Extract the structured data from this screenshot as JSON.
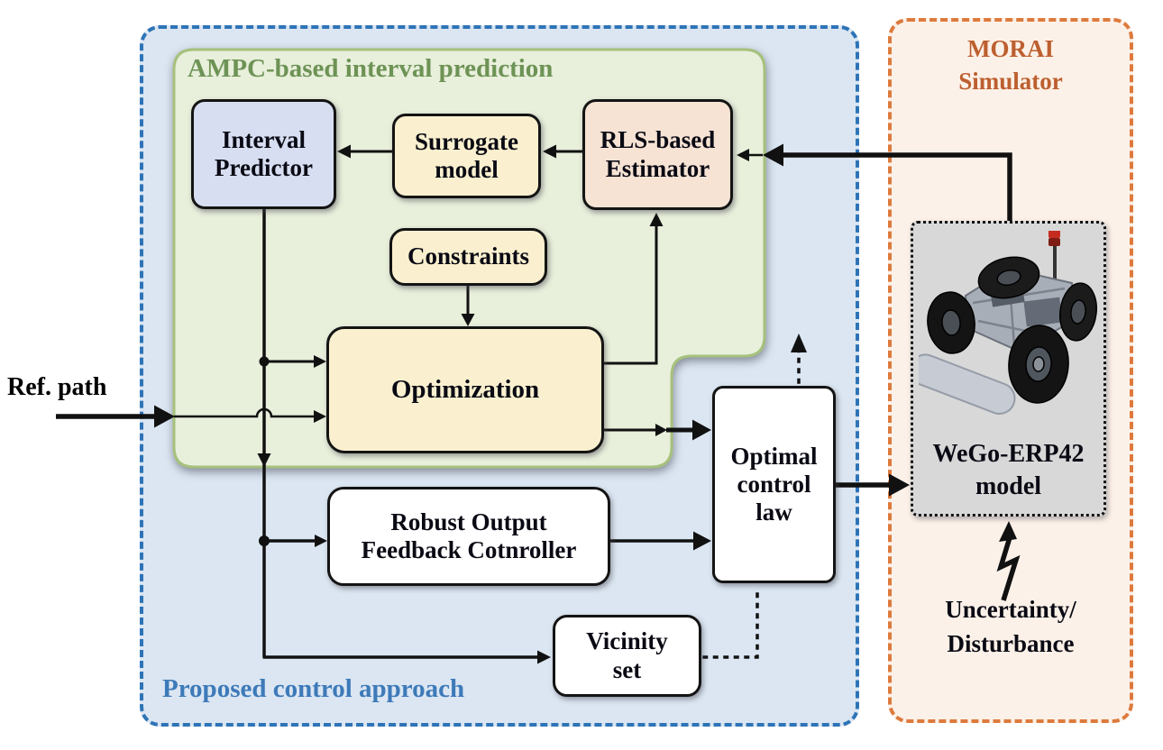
{
  "figure": {
    "type": "control-system-block-diagram",
    "outer_regions": {
      "proposed": {
        "label": "Proposed control approach",
        "fill": "#dbe6f2",
        "border": "#2e74b7"
      },
      "morai": {
        "label": "MORAI\nSimulator",
        "fill": "#fcf1e8",
        "border": "#dd7a3c"
      }
    },
    "green_region": {
      "label": "AMPC-based interval prediction",
      "fill": "#e8efdb",
      "border": "#a6c17c",
      "title_color": "#6d9355"
    },
    "blocks": {
      "interval_predictor": {
        "label": "Interval\nPredictor",
        "fill": "#d8def1"
      },
      "surrogate_model": {
        "label": "Surrogate\nmodel",
        "fill": "#faf0cf"
      },
      "rls_estimator": {
        "label": "RLS-based\nEstimator",
        "fill": "#f6e3d4"
      },
      "constraints": {
        "label": "Constraints",
        "fill": "#faf0cf"
      },
      "optimization": {
        "label": "Optimization",
        "fill": "#faf0cf"
      },
      "robust_controller": {
        "label": "Robust Output\nFeedback Cotnroller",
        "fill": "#ffffff"
      },
      "optimal_control_law": {
        "label": "Optimal\ncontrol\nlaw",
        "fill": "#ffffff"
      },
      "vicinity_set": {
        "label": "Vicinity\nset",
        "fill": "#ffffff"
      },
      "wego_model": {
        "label": "WeGo-ERP42\nmodel",
        "fill": "#d8d8d8"
      }
    },
    "external_labels": {
      "ref_path": "Ref. path",
      "uncertainty": "Uncertainty/\nDisturbance"
    },
    "icons": {
      "vehicle_illustration": "WeGo-ERP42 robotic vehicle chassis photo",
      "lightning_bolt": "disturbance lightning arrow"
    },
    "colors": {
      "line": "#111111",
      "block_border": "#141414",
      "proposed_label": "#3d7ab9",
      "morai_label": "#bd5f2f",
      "ampc_label": "#6d9355"
    }
  }
}
